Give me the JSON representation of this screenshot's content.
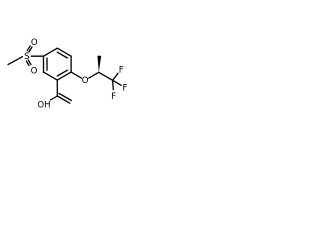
{
  "atoms": {
    "sulfur": "S",
    "sulfonyl_oxygen_top": "O",
    "sulfonyl_oxygen_bottom": "O",
    "ether_oxygen": "O",
    "hydroxyl": "OH",
    "fluorine_top": "F",
    "fluorine_right": "F",
    "fluorine_bottom": "F"
  }
}
